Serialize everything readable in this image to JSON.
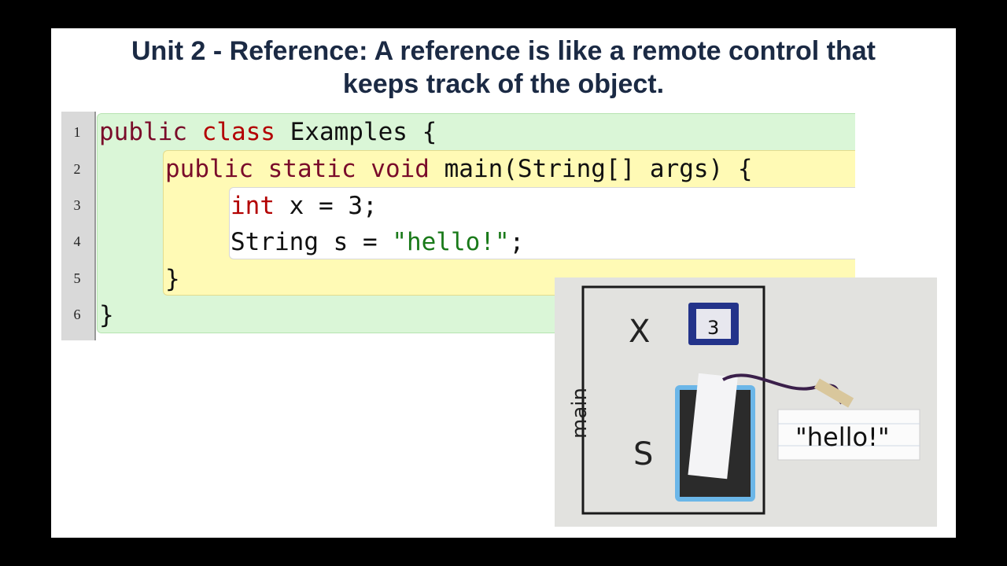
{
  "slide": {
    "title_line1": "Unit 2 - Reference: A reference is like a remote control that",
    "title_line2": "keeps track of the object."
  },
  "code": {
    "line_numbers": [
      "1",
      "2",
      "3",
      "4",
      "5",
      "6"
    ],
    "l1": {
      "kw": "public",
      "kw2": "class",
      "rest": " Examples {"
    },
    "l2": {
      "kw": "public static void",
      "rest": " main(String[] args) {"
    },
    "l3": {
      "kw": "int",
      "rest": " x = 3;"
    },
    "l4": {
      "pre": "String s = ",
      "str": "\"hello!\"",
      "post": ";"
    },
    "l5": {
      "rest": "}"
    },
    "l6": {
      "rest": "}"
    }
  },
  "photo": {
    "frame_label": "main",
    "var_x": "X",
    "var_s": "S",
    "x_value": "3",
    "object_card": "\"hello!\""
  },
  "colors": {
    "class_block": "#daf6d7",
    "method_block": "#fffab5",
    "keyword": "#7a0c2a",
    "string": "#1a7a1a"
  }
}
